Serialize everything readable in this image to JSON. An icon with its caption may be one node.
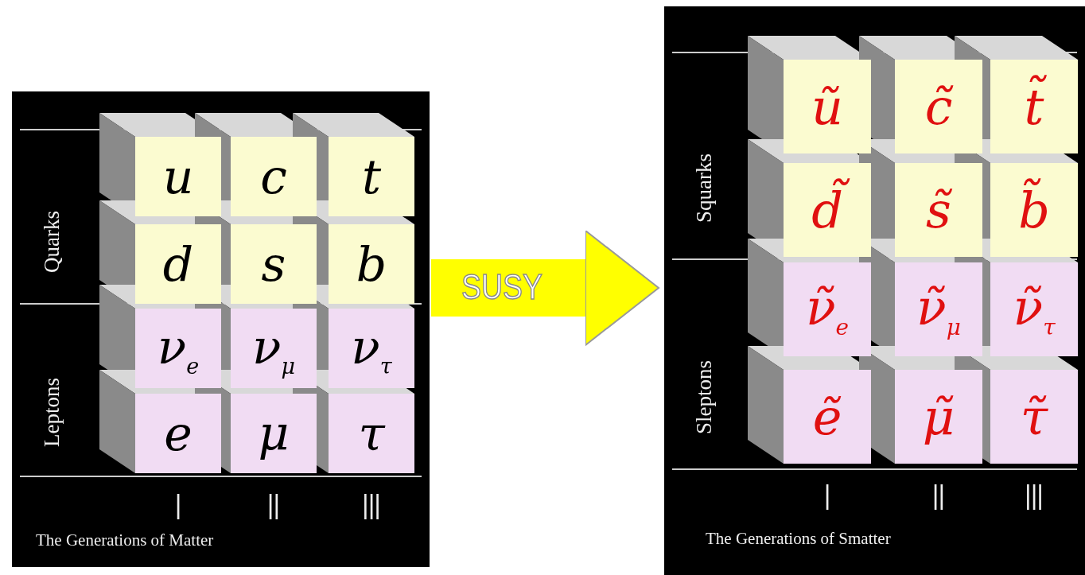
{
  "diagram": {
    "nodes": [
      {
        "text": [
          "The Generations of Matter"
        ]
      },
      {
        "text": [
          "u"
        ],
        "in": 0
      },
      {
        "text": [
          "c"
        ],
        "in": 0
      },
      {
        "text": [
          "t"
        ],
        "in": 0
      },
      {
        "text": [
          "d"
        ],
        "in": 0
      },
      {
        "text": [
          "s"
        ],
        "in": 0
      },
      {
        "text": [
          "b"
        ],
        "in": 0
      },
      {
        "text": [
          "ν$_{e}$"
        ],
        "in": 0
      },
      {
        "text": [
          "ν$_{μ}$"
        ],
        "in": 0
      },
      {
        "text": [
          "ν$_{τ}$"
        ],
        "in": 0
      },
      {
        "text": [
          "e"
        ],
        "in": 0
      },
      {
        "text": [
          "μ"
        ],
        "in": 0
      },
      {
        "text": [
          "τ"
        ],
        "in": 0
      },
      {
        "text": [
          "The Generations of Smatter"
        ]
      },
      {
        "text": [
          "ũ"
        ],
        "in": 13
      },
      {
        "text": [
          "c̃"
        ],
        "in": 13
      },
      {
        "text": [
          "t̃"
        ],
        "in": 13
      },
      {
        "text": [
          "d̃"
        ],
        "in": 13
      },
      {
        "text": [
          "s̃"
        ],
        "in": 13
      },
      {
        "text": [
          "b̃"
        ],
        "in": 13
      },
      {
        "text": [
          "ν̃$_{e}$"
        ],
        "in": 13
      },
      {
        "text": [
          "ν̃$_{μ}$"
        ],
        "in": 13
      },
      {
        "text": [
          "ν̃$_{τ}$"
        ],
        "in": 13
      },
      {
        "text": [
          "ẽ"
        ],
        "in": 13
      },
      {
        "text": [
          "μ̃"
        ],
        "in": 13
      },
      {
        "text": [
          "τ̃"
        ],
        "in": 13
      }
    ],
    "edges": [
      {
        "from": 0,
        "to": 13,
        "arrow": "to",
        "label": "SUSY"
      }
    ],
    "labels": [
      "Quarks",
      "Leptons",
      "I",
      "II",
      "III",
      "Squarks",
      "Sleptons",
      "I",
      "II",
      "III"
    ]
  }
}
